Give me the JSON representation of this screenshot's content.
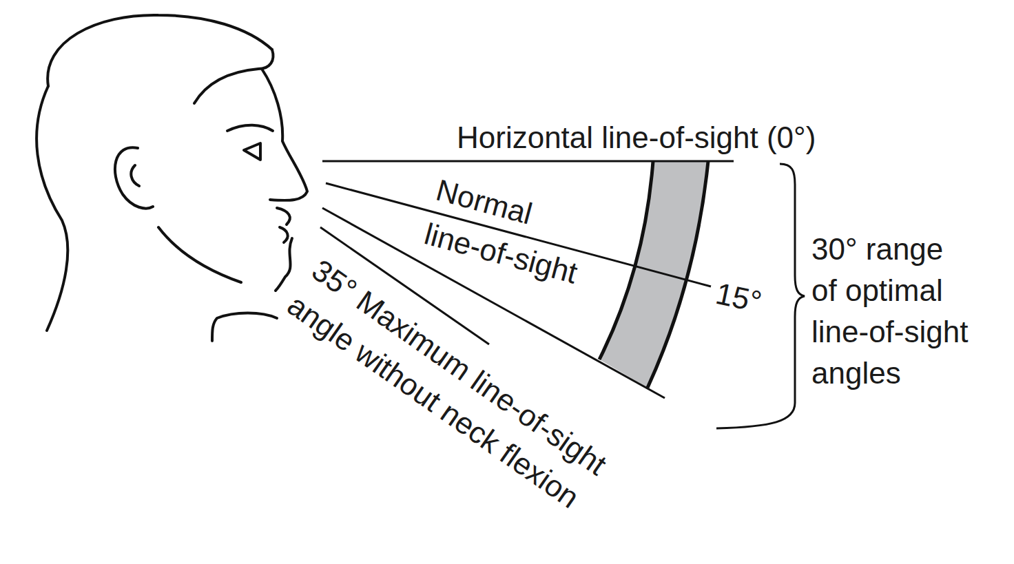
{
  "diagram": {
    "labels": [
      "Horizontal line-of-sight (0°)",
      "Normal line-of-sight",
      "15°",
      "30° range of optimal line-of-sight angles",
      "35° Maximum line-of-sight angle without neck flexion"
    ]
  }
}
